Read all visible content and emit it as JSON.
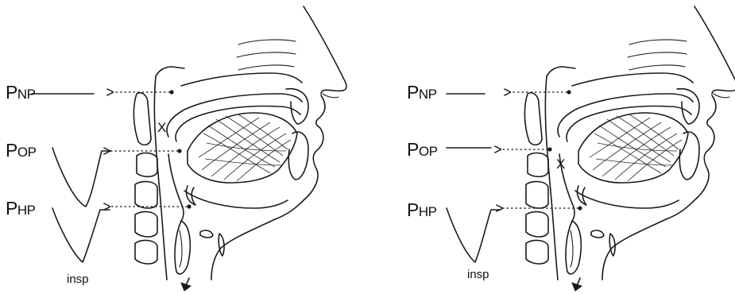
{
  "panels": [
    {
      "labels": [
        {
          "main": "P",
          "sub": "NP"
        },
        {
          "main": "P",
          "sub": "OP"
        },
        {
          "main": "P",
          "sub": "HP"
        }
      ],
      "trace_label": "insp",
      "obstruction_mark": "X"
    },
    {
      "labels": [
        {
          "main": "P",
          "sub": "NP"
        },
        {
          "main": "P",
          "sub": "OP"
        },
        {
          "main": "P",
          "sub": "HP"
        }
      ],
      "trace_label": "insp",
      "obstruction_mark": "X"
    }
  ]
}
